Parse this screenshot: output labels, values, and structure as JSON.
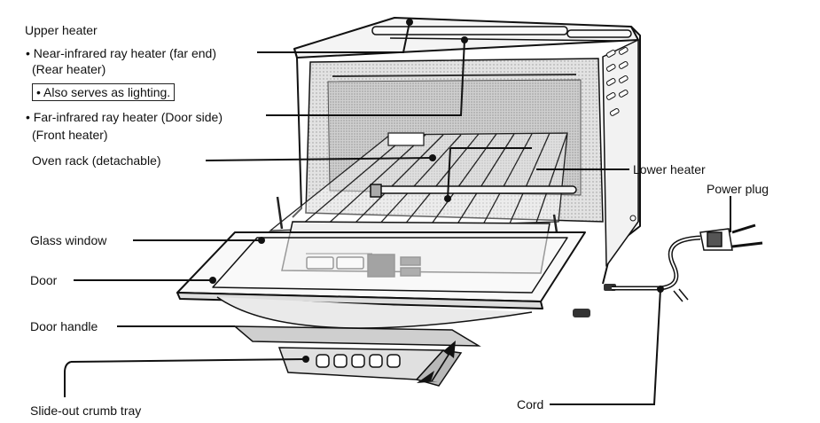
{
  "labels": {
    "upper_heater": "Upper heater",
    "near_ir": "• Near-infrared ray heater (far end)",
    "rear_heater": "(Rear heater)",
    "lighting": "• Also serves as lighting.",
    "far_ir": "• Far-infrared ray heater (Door side)",
    "front_heater": "(Front heater)",
    "oven_rack": "Oven rack (detachable)",
    "lower_heater": "Lower heater",
    "power_plug": "Power plug",
    "glass_window": "Glass window",
    "door": "Door",
    "door_handle": "Door handle",
    "crumb_tray": "Slide-out crumb tray",
    "cord": "Cord"
  },
  "colors": {
    "outline": "#111111",
    "shade": "#c8c8c8",
    "panel": "#e9e9e9",
    "display": "#2a2a2a"
  }
}
